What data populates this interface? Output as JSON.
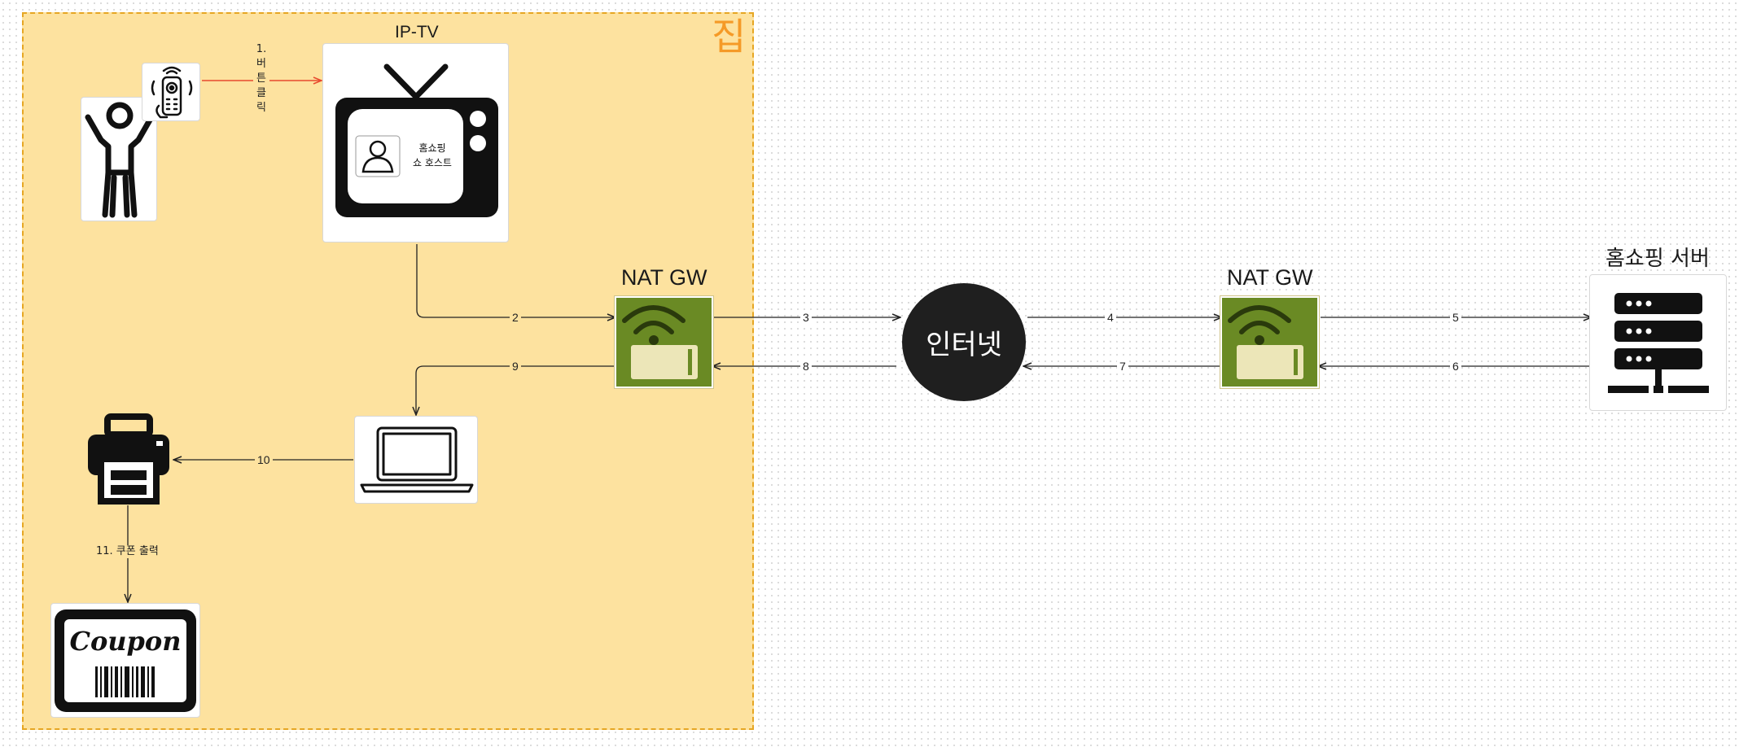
{
  "zone": {
    "label": "집"
  },
  "nodes": {
    "iptv": {
      "label": "IP-TV",
      "screen_text_line1": "홈쇼핑",
      "screen_text_line2": "쇼 호스트"
    },
    "nat_gw_left": {
      "label": "NAT GW"
    },
    "nat_gw_right": {
      "label": "NAT GW"
    },
    "internet": {
      "label": "인터넷"
    },
    "server": {
      "label": "홈쇼핑 서버"
    },
    "coupon": {
      "label": "Coupon"
    }
  },
  "edges": {
    "e1": "1. 버튼 클릭",
    "e2": "2",
    "e3": "3",
    "e4": "4",
    "e5": "5",
    "e6": "6",
    "e7": "7",
    "e8": "8",
    "e9": "9",
    "e10": "10",
    "e11": "11. 쿠폰 출력"
  },
  "colors": {
    "zone_fill": "#fde29f",
    "zone_border": "#e6a623",
    "zone_label": "#f59a27",
    "edge_highlight": "#e8492f",
    "router_green": "#6a8a24",
    "router_body": "#ece6b8"
  },
  "icons": {
    "person": "person-arms-up-icon",
    "remote": "remote-control-icon",
    "tv": "television-icon",
    "router": "wifi-router-icon",
    "laptop": "laptop-icon",
    "printer": "printer-icon",
    "coupon": "coupon-icon",
    "server": "server-rack-icon"
  }
}
